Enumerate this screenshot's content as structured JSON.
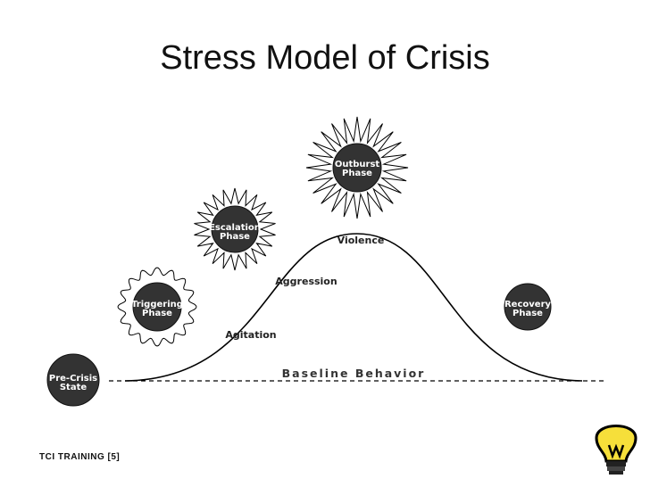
{
  "title": "Stress Model of Crisis",
  "footer": "TCI TRAINING [5]",
  "baseline_label": "Baseline Behavior",
  "curve_labels": {
    "agitation": "Agitation",
    "aggression": "Aggression",
    "violence": "Violence"
  },
  "phases": {
    "precrisis": [
      "Pre-Crisis",
      "State"
    ],
    "triggering": [
      "Triggering",
      "Phase"
    ],
    "escalation": [
      "Escalation",
      "Phase"
    ],
    "outburst": [
      "Outburst",
      "Phase"
    ],
    "recovery": [
      "Recovery",
      "Phase"
    ]
  },
  "colors": {
    "circle_fill": "#333333",
    "circle_stroke": "#111111",
    "text_light": "#ffffff",
    "line": "#000000"
  },
  "icons": {
    "corner": "lightbulb-icon"
  }
}
